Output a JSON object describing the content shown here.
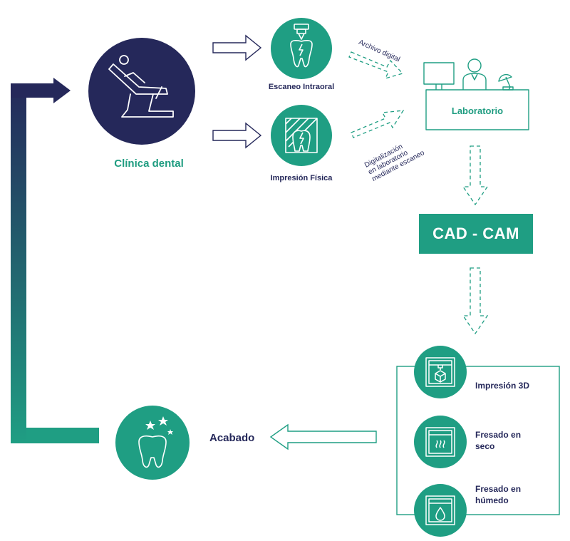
{
  "clinic": {
    "label": "Clínica dental",
    "icon": "dental-chair-icon"
  },
  "intraoral": {
    "label": "Escaneo Intraoral",
    "icon": "intraoral-scanner-icon"
  },
  "physical": {
    "label": "Impresión Física",
    "icon": "physical-impression-icon"
  },
  "flows": {
    "digital_file": "Archivo digital",
    "lab_scan": [
      "Digitalización",
      "en laboratorio",
      "mediante escaneo"
    ]
  },
  "lab": {
    "label": "Laboratorio",
    "icon": "laboratory-desk-icon"
  },
  "cadcam": {
    "label": "CAD - CAM"
  },
  "machines": [
    {
      "label": "Impresión 3D",
      "icon": "3d-printer-icon"
    },
    {
      "label_lines": [
        "Fresado en",
        "seco"
      ],
      "icon": "dry-milling-icon"
    },
    {
      "label_lines": [
        "Fresado en",
        "húmedo"
      ],
      "icon": "wet-milling-icon"
    }
  ],
  "finishing": {
    "label": "Acabado",
    "icon": "finished-tooth-icon"
  },
  "colors": {
    "navy": "#25285a",
    "teal": "#1f9e83"
  }
}
